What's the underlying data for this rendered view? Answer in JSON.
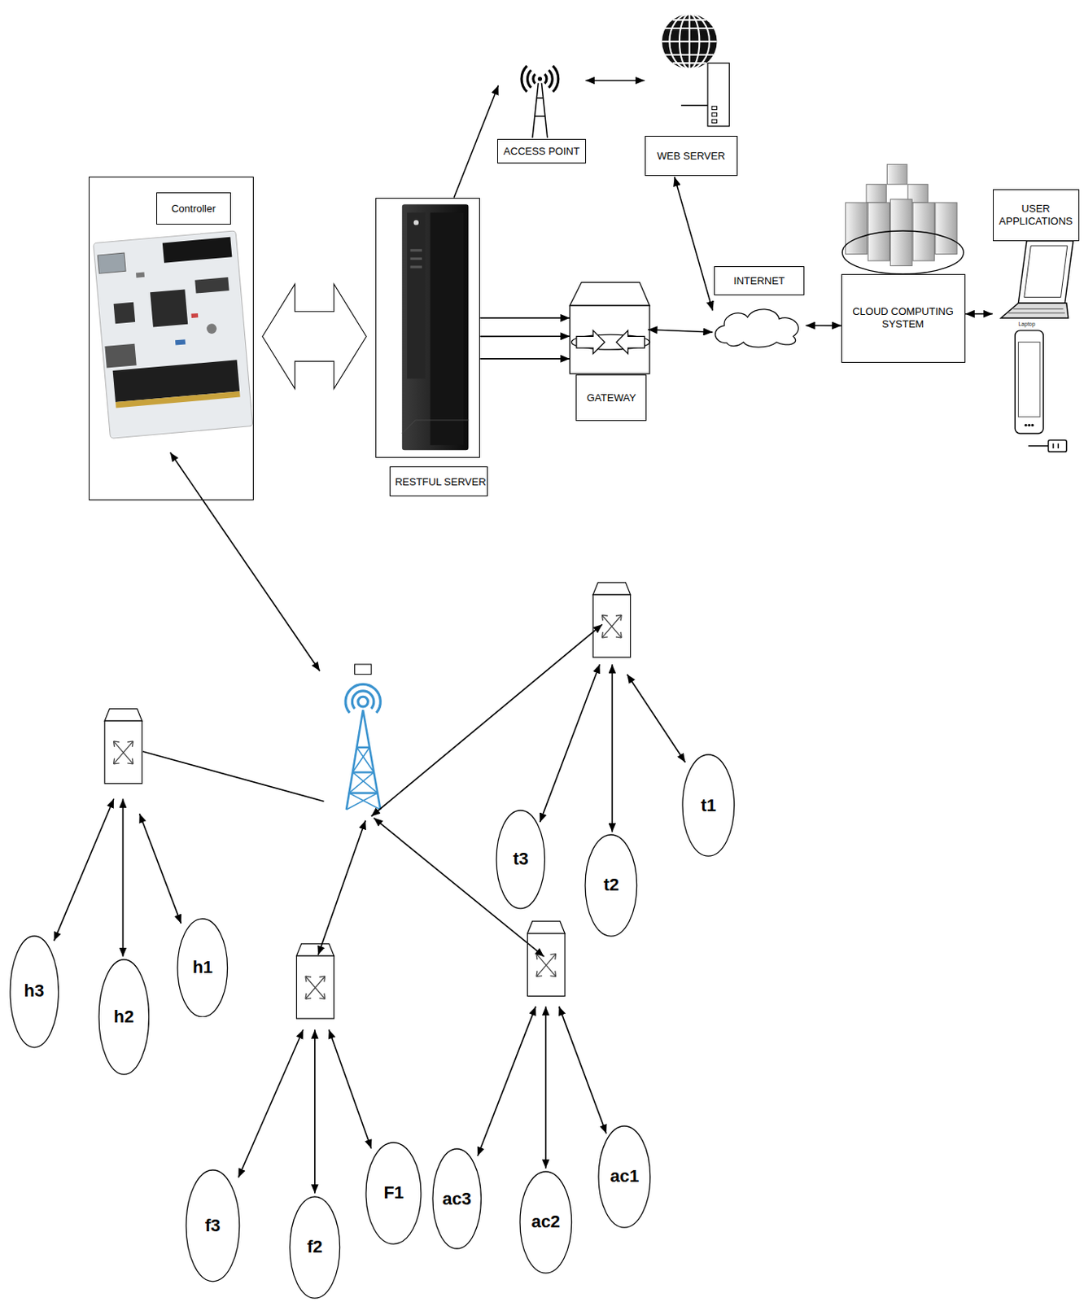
{
  "diagram": {
    "nodes": [
      {
        "text": [
          "ACCESS POINT"
        ]
      },
      {
        "text": [
          "WEB SERVER"
        ]
      },
      {
        "text": [
          "USER APPLICATIONS"
        ]
      },
      {
        "text": [
          "Controller"
        ]
      },
      {
        "text": [
          "RESTFUL SERVER"
        ]
      },
      {
        "text": [
          "INTERNET"
        ]
      },
      {
        "text": [
          "CLOUD COMPUTING SYSTEM"
        ]
      },
      {
        "text": [
          "GATEWAY"
        ]
      },
      {
        "text": [
          "h3"
        ]
      },
      {
        "text": [
          "h2"
        ]
      },
      {
        "text": [
          "h1"
        ]
      },
      {
        "text": [
          "t3"
        ]
      },
      {
        "text": [
          "t2"
        ]
      },
      {
        "text": [
          "t1"
        ]
      },
      {
        "text": [
          "f3"
        ]
      },
      {
        "text": [
          "f2"
        ]
      },
      {
        "text": [
          "F1"
        ]
      },
      {
        "text": [
          "ac3"
        ]
      },
      {
        "text": [
          "ac2"
        ]
      },
      {
        "text": [
          "ac1"
        ]
      }
    ],
    "edges": [
      {
        "from": 3,
        "to": 4,
        "arrow": "both"
      },
      {
        "from": 4,
        "to": 7,
        "arrow": "to"
      },
      {
        "from": 4,
        "to": 7,
        "arrow": "to"
      },
      {
        "from": 4,
        "to": 7,
        "arrow": "to"
      },
      {
        "from": 4,
        "to": 0,
        "arrow": "to"
      },
      {
        "from": 0,
        "to": 1,
        "arrow": "both"
      },
      {
        "from": 1,
        "to": 5,
        "arrow": "both"
      },
      {
        "from": 7,
        "to": 5,
        "arrow": "both"
      },
      {
        "from": 5,
        "to": 6,
        "arrow": "both"
      },
      {
        "from": 6,
        "to": 2,
        "arrow": "both"
      }
    ],
    "labels": [
      "Laptop"
    ]
  }
}
